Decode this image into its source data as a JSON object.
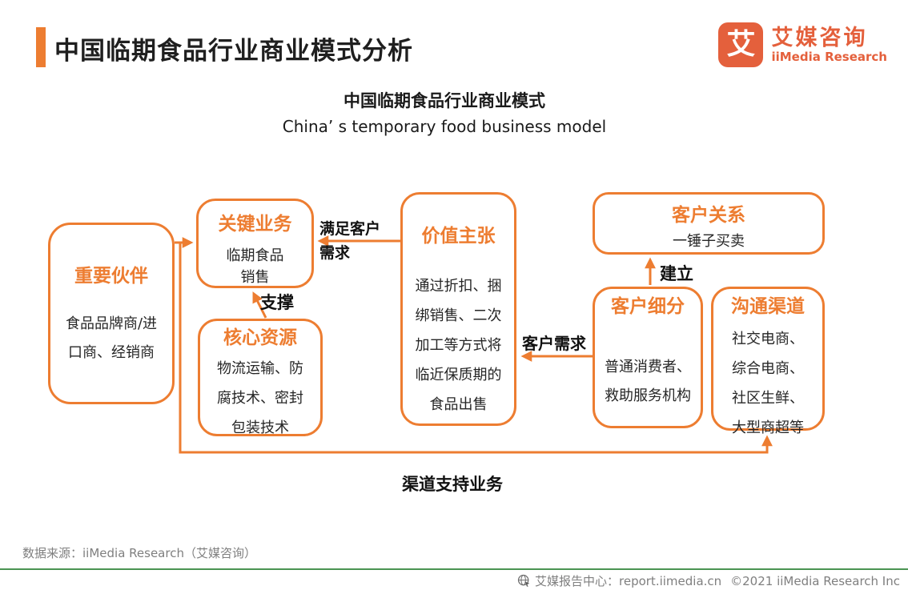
{
  "header": {
    "title": "中国临期食品行业商业模式分析",
    "logo": {
      "icon_char": "艾",
      "name_cn": "艾媒咨询",
      "name_en": "iiMedia Research"
    }
  },
  "subtitle": {
    "cn": "中国临期食品行业商业模式",
    "en": "China’ s temporary food business model"
  },
  "diagram": {
    "boxes": [
      {
        "id": "partners",
        "title": "重要伙伴",
        "content": "食品品牌商/进口商、经销商"
      },
      {
        "id": "key_activities",
        "title": "关键业务",
        "content": "临期食品销售"
      },
      {
        "id": "core_resources",
        "title": "核心资源",
        "content": "物流运输、防腐技术、密封包装技术"
      },
      {
        "id": "value_proposition",
        "title": "价值主张",
        "content": "通过折扣、捆绑销售、二次加工等方式将临近保质期的食品出售"
      },
      {
        "id": "customer_relations",
        "title": "客户关系",
        "content": "一锤子买卖"
      },
      {
        "id": "customer_segments",
        "title": "客户细分",
        "content": "普通消费者、救助服务机构"
      },
      {
        "id": "channels",
        "title": "沟通渠道",
        "content": "社交电商、综合电商、社区生鲜、大型商超等"
      }
    ],
    "arrow_labels": {
      "satisfy": "满足客户需求",
      "support": "支撑",
      "demand": "客户需求",
      "establish": "建立",
      "channel_support": "渠道支持业务"
    }
  },
  "footer": {
    "source": "数据来源：iiMedia Research（艾媒咨询）",
    "report_center": "艾媒报告中心：report.iimedia.cn",
    "copyright": "©2021  iiMedia Research Inc"
  },
  "colors": {
    "accent_orange": "#ED7D31",
    "logo_orange": "#E4603C",
    "footer_green": "#4A9452",
    "text_black": "#1f1f1f",
    "text_gray": "#7f7f7f"
  }
}
